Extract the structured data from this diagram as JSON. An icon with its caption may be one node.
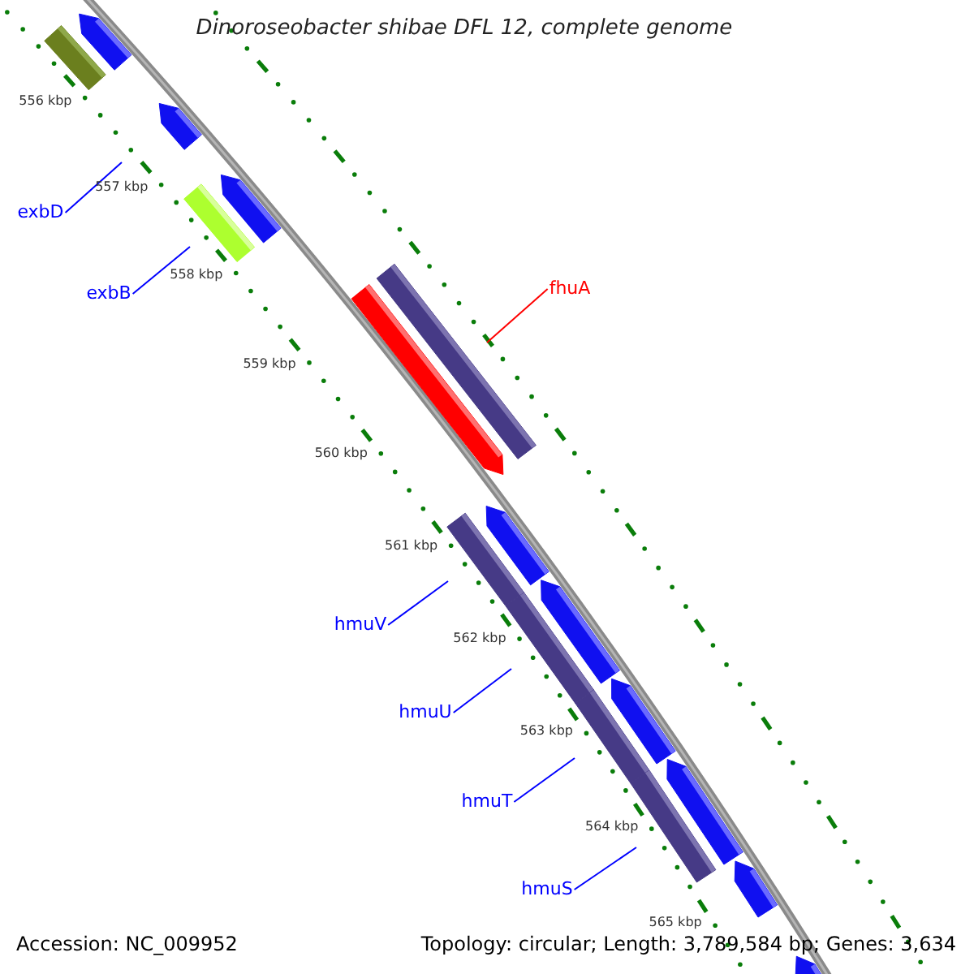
{
  "diagram": {
    "title": "Dinoroseobacter shibae DFL 12, complete genome",
    "nodes": [
      {
        "text": [
          "exbD"
        ]
      },
      {
        "text": [
          "exbB"
        ]
      },
      {
        "text": [
          "fhuA"
        ]
      },
      {
        "text": [
          "hmuV"
        ]
      },
      {
        "text": [
          "hmuU"
        ]
      },
      {
        "text": [
          "hmuT"
        ]
      },
      {
        "text": [
          "hmuS"
        ]
      }
    ],
    "edges": [
      {
        "from": 0,
        "to": null,
        "arrow": "none"
      },
      {
        "from": 1,
        "to": null,
        "arrow": "none"
      },
      {
        "from": 2,
        "to": null,
        "arrow": "none",
        "color": "#ff0000"
      },
      {
        "from": 3,
        "to": null,
        "arrow": "none"
      },
      {
        "from": 4,
        "to": null,
        "arrow": "none"
      },
      {
        "from": 5,
        "to": null,
        "arrow": "none"
      },
      {
        "from": 6,
        "to": null,
        "arrow": "none"
      }
    ],
    "labels": [
      "556 kbp",
      "557 kbp",
      "558 kbp",
      "559 kbp",
      "560 kbp",
      "561 kbp",
      "562 kbp",
      "563 kbp",
      "564 kbp",
      "565 kbp",
      "Accession: NC_009952",
      "Topology: circular; Length: 3,789,584 bp; Genes: 3,634"
    ]
  }
}
